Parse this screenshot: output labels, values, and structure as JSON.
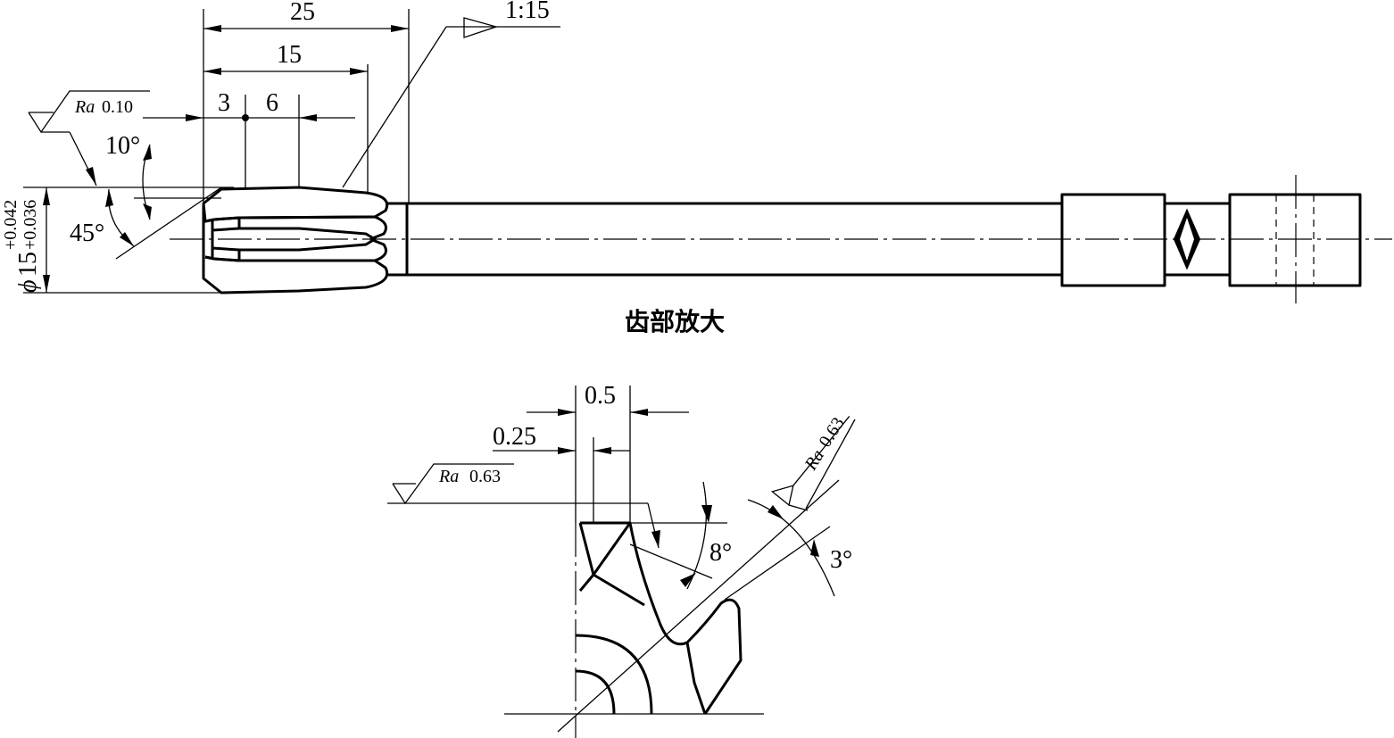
{
  "drawing": {
    "main_view": {
      "dimensions": {
        "overall_25": "25",
        "length_15": "15",
        "pos_3": "3",
        "pos_6": "6",
        "angle_10": "10°",
        "angle_45": "45°",
        "taper": "1:15"
      },
      "diameter": {
        "symbol": "ϕ",
        "nominal": "15",
        "upper_tol": "+0.042",
        "lower_tol": "+0.036"
      },
      "roughness": {
        "symbol": "Ra",
        "value": "0.10"
      }
    },
    "detail_caption": "齿部放大",
    "detail_view": {
      "dimensions": {
        "width_05": "0.5",
        "width_025": "0.25",
        "angle_8": "8°",
        "angle_3": "3°"
      },
      "roughness_left": {
        "symbol": "Ra",
        "value": "0.63"
      },
      "roughness_right": {
        "symbol": "Ra",
        "value": "0.63"
      }
    }
  }
}
